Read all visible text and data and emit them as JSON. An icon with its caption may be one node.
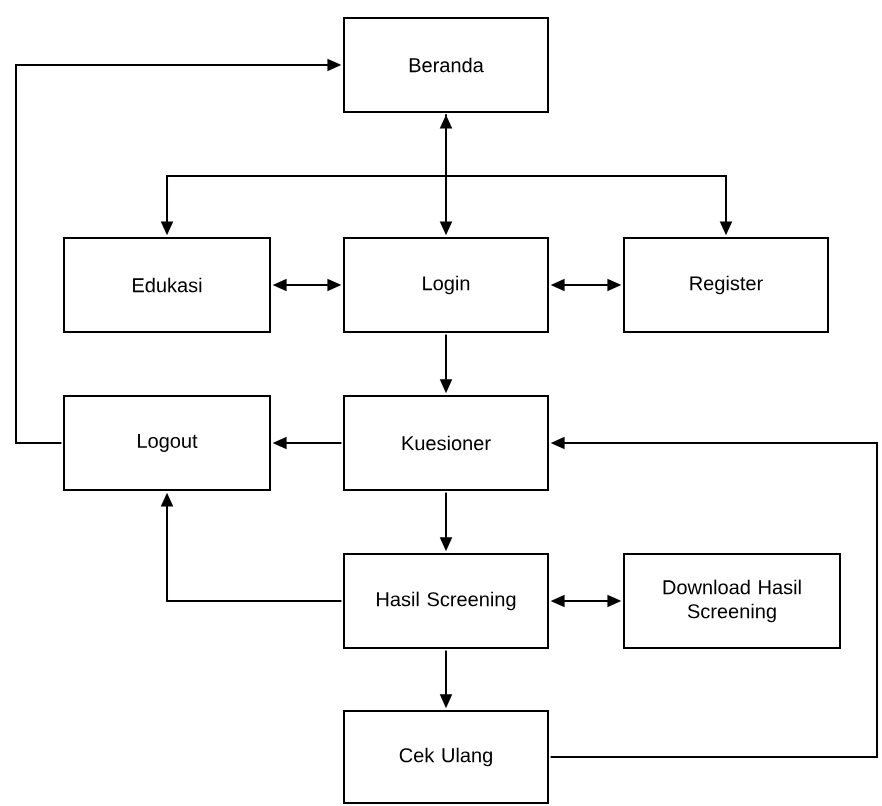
{
  "diagram": {
    "nodes": [
      {
        "text": [
          "Beranda"
        ]
      },
      {
        "text": [
          "Edukasi"
        ]
      },
      {
        "text": [
          "Login"
        ]
      },
      {
        "text": [
          "Register"
        ]
      },
      {
        "text": [
          "Logout"
        ]
      },
      {
        "text": [
          "Kuesioner"
        ]
      },
      {
        "text": [
          "Hasil Screening"
        ]
      },
      {
        "text": [
          "Download Hasil Screening"
        ]
      },
      {
        "text": [
          "Cek Ulang"
        ]
      }
    ],
    "edges": [
      {
        "from": 0,
        "to": 1,
        "arrow": "to"
      },
      {
        "from": 0,
        "to": 2,
        "arrow": "both"
      },
      {
        "from": 0,
        "to": 3,
        "arrow": "to"
      },
      {
        "from": 1,
        "to": 2,
        "arrow": "both"
      },
      {
        "from": 2,
        "to": 3,
        "arrow": "both"
      },
      {
        "from": 2,
        "to": 5,
        "arrow": "to"
      },
      {
        "from": 5,
        "to": 4,
        "arrow": "to"
      },
      {
        "from": 4,
        "to": 0,
        "arrow": "to"
      },
      {
        "from": 5,
        "to": 6,
        "arrow": "to"
      },
      {
        "from": 6,
        "to": 4,
        "arrow": "to"
      },
      {
        "from": 6,
        "to": 7,
        "arrow": "both"
      },
      {
        "from": 6,
        "to": 8,
        "arrow": "to"
      },
      {
        "from": 8,
        "to": 5,
        "arrow": "to"
      }
    ]
  }
}
